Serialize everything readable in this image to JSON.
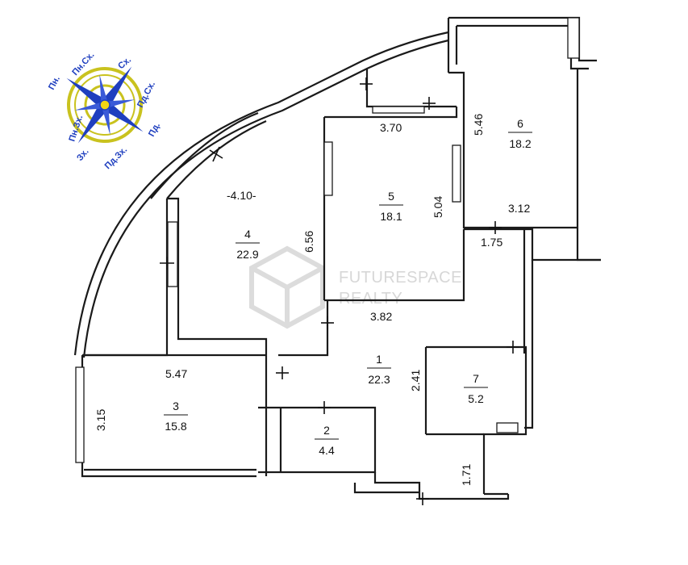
{
  "compass": {
    "labels": {
      "north": "Пн.",
      "northeast": "Пн.Сх.",
      "east": "Сх.",
      "southeast": "Пд.Сх.",
      "south": "Пд.",
      "southwest": "Пд.Зх.",
      "west": "Зх.",
      "northwest": "Пн.Зх."
    },
    "colors": {
      "ring": "#c9c21e",
      "needle": "#1f3fbf",
      "center": "#f2d414",
      "text": "#1f3fbf"
    }
  },
  "watermark": {
    "line1": "FUTURESPACE",
    "line2": "REALTY"
  },
  "rooms": [
    {
      "number": "1",
      "area": "22.3"
    },
    {
      "number": "2",
      "area": "4.4"
    },
    {
      "number": "3",
      "area": "15.8"
    },
    {
      "number": "4",
      "area": "22.9"
    },
    {
      "number": "5",
      "area": "18.1"
    },
    {
      "number": "6",
      "area": "18.2"
    },
    {
      "number": "7",
      "area": "5.2"
    }
  ],
  "dimensions": {
    "room6_height": "5.46",
    "room6_width": "3.12",
    "room5_width": "3.70",
    "room5_height": "5.04",
    "room4_width": "-4.10-",
    "room4_height": "6.56",
    "corridor_width": "1.75",
    "room1_width": "3.82",
    "room1_height": "2.41",
    "room3_width": "5.47",
    "room3_height": "3.15",
    "hall_height": "1.71"
  }
}
